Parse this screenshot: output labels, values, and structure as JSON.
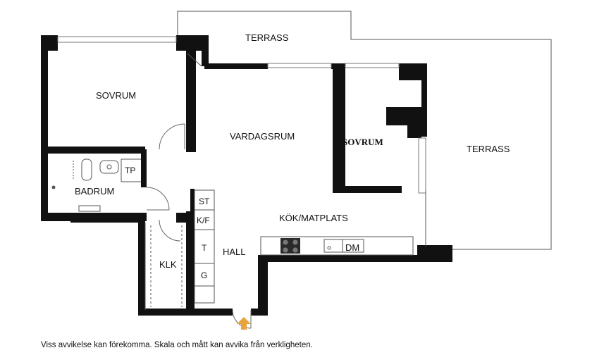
{
  "rooms": {
    "terrace_top": "TERRASS",
    "terrace_right": "TERRASS",
    "bedroom_left": "SOVRUM",
    "bedroom_right": "SOVRUM",
    "living_room": "VARDAGSRUM",
    "bathroom": "BADRUM",
    "tp": "TP",
    "kitchen": "KÖK/MATPLATS",
    "hall": "HALL",
    "closet": "KLK",
    "storage_st": "ST",
    "storage_kf": "K/F",
    "storage_t": "T",
    "storage_g": "G",
    "dishwasher": "DM"
  },
  "disclaimer": "Viss avvikelse kan förekomma. Skala och mått kan avvika från verkligheten.",
  "colors": {
    "wall": "#111111",
    "entrance_arrow": "#e8a33a"
  }
}
